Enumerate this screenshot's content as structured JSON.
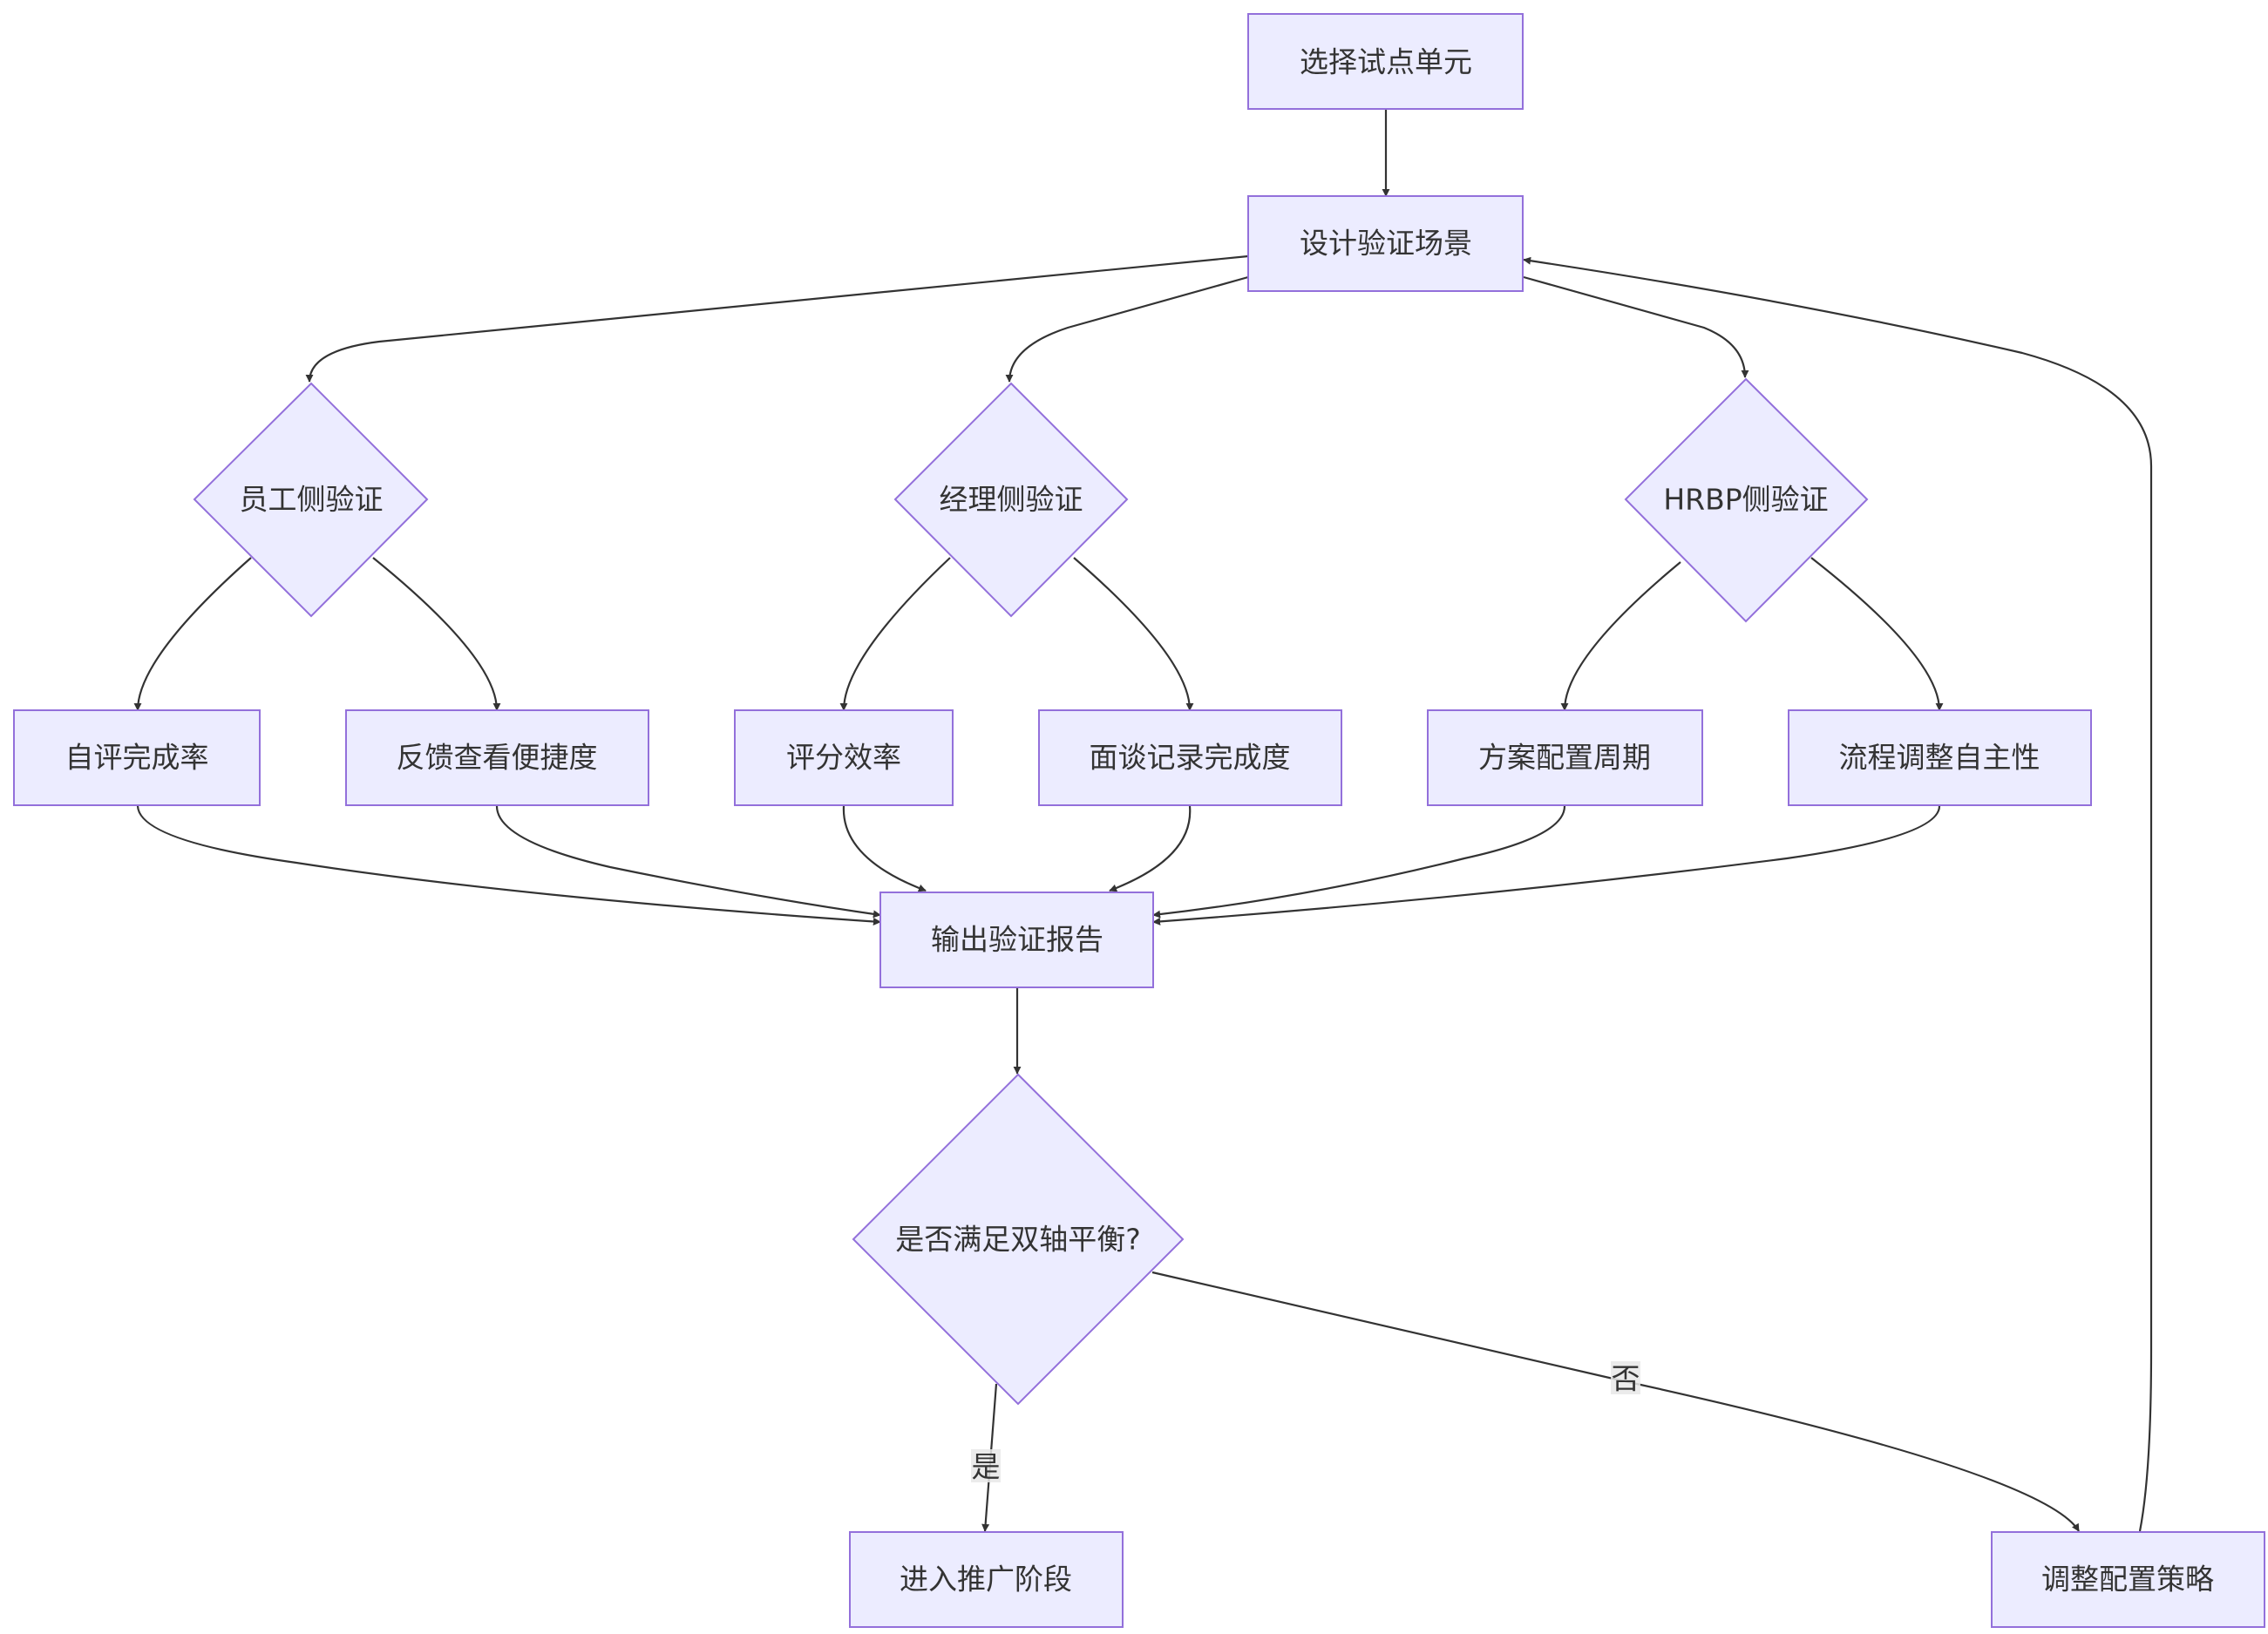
{
  "nodes": {
    "select_pilot": "选择试点单元",
    "design_scenario": "设计验证场景",
    "employee_validation": "员工侧验证",
    "manager_validation": "经理侧验证",
    "hrbp_validation": "HRBP侧验证",
    "self_eval_rate": "自评完成率",
    "feedback_ease": "反馈查看便捷度",
    "scoring_efficiency": "评分效率",
    "interview_completeness": "面谈记录完成度",
    "plan_config_cycle": "方案配置周期",
    "process_autonomy": "流程调整自主性",
    "output_report": "输出验证报告",
    "balance_check": "是否满足双轴平衡?",
    "enter_rollout": "进入推广阶段",
    "adjust_strategy": "调整配置策略"
  },
  "edges": {
    "yes_label": "是",
    "no_label": "否"
  },
  "colors": {
    "node_fill": "#ECECFF",
    "node_stroke": "#9370DB",
    "edge": "#333333",
    "text": "#333333"
  }
}
